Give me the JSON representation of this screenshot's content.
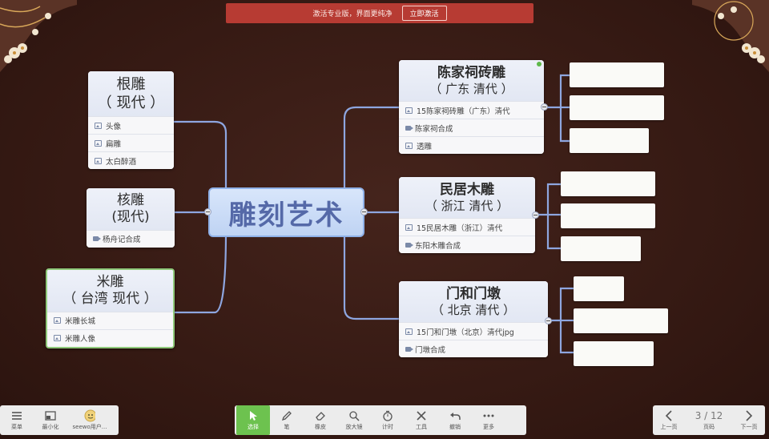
{
  "banner": {
    "text": "激活专业版，界面更纯净",
    "button": "立即激活"
  },
  "root": {
    "label": "雕刻艺术"
  },
  "left_nodes": [
    {
      "title_line1": "根雕",
      "title_line2": "（ 现代 ）",
      "items": [
        {
          "icon": "image-icon",
          "label": "头像"
        },
        {
          "icon": "image-icon",
          "label": "扁雕"
        },
        {
          "icon": "image-icon",
          "label": "太白醉酒"
        }
      ]
    },
    {
      "title_line1": "核雕",
      "title_line2": "(现代)",
      "items": [
        {
          "icon": "video-icon",
          "label": "杨舟记合成"
        }
      ]
    },
    {
      "title_line1": "米雕",
      "title_line2": "（ 台湾  现代 ）",
      "items": [
        {
          "icon": "image-icon",
          "label": "米雕长城"
        },
        {
          "icon": "image-icon",
          "label": "米雕人像"
        }
      ]
    }
  ],
  "right_nodes": [
    {
      "title_line1": "陈家祠砖雕",
      "title_line2": "（ 广东  清代 ）",
      "items": [
        {
          "icon": "image-icon",
          "label": "15陈家祠砖雕（广东）清代"
        },
        {
          "icon": "video-icon",
          "label": "陈家祠合成"
        },
        {
          "icon": "image-icon",
          "label": "透雕"
        }
      ]
    },
    {
      "title_line1": "民居木雕",
      "title_line2": "（ 浙江  清代 ）",
      "items": [
        {
          "icon": "image-icon",
          "label": "15民居木雕（浙江）清代"
        },
        {
          "icon": "video-icon",
          "label": "东阳木雕合成"
        }
      ]
    },
    {
      "title_line1": "门和门墩",
      "title_line2": "（ 北京  清代 ）",
      "items": [
        {
          "icon": "image-icon",
          "label": "15门和门墩（北京）清代jpg"
        },
        {
          "icon": "video-icon",
          "label": "门墩合成"
        }
      ]
    }
  ],
  "bottom_left": [
    {
      "icon": "menu-icon",
      "label": "菜单"
    },
    {
      "icon": "minimize-icon",
      "label": "最小化"
    },
    {
      "icon": "avatar-icon",
      "label": "seewo用户..."
    }
  ],
  "toolbar": [
    {
      "icon": "cursor-icon",
      "label": "选择"
    },
    {
      "icon": "pen-icon",
      "label": "笔"
    },
    {
      "icon": "eraser-icon",
      "label": "橡皮"
    },
    {
      "icon": "magnifier-icon",
      "label": "放大镜"
    },
    {
      "icon": "timer-icon",
      "label": "计时"
    },
    {
      "icon": "tools-icon",
      "label": "工具"
    },
    {
      "icon": "undo-icon",
      "label": "撤销"
    },
    {
      "icon": "more-icon",
      "label": "更多"
    }
  ],
  "pager": {
    "prev": "上一页",
    "current": "3",
    "total": "12",
    "separator": "/",
    "middle": "页码",
    "next": "下一页"
  },
  "colors": {
    "accent": "#6dc24f",
    "connector": "#8ea6e0",
    "banner": "#b73b33",
    "background": "#3a1d17"
  }
}
